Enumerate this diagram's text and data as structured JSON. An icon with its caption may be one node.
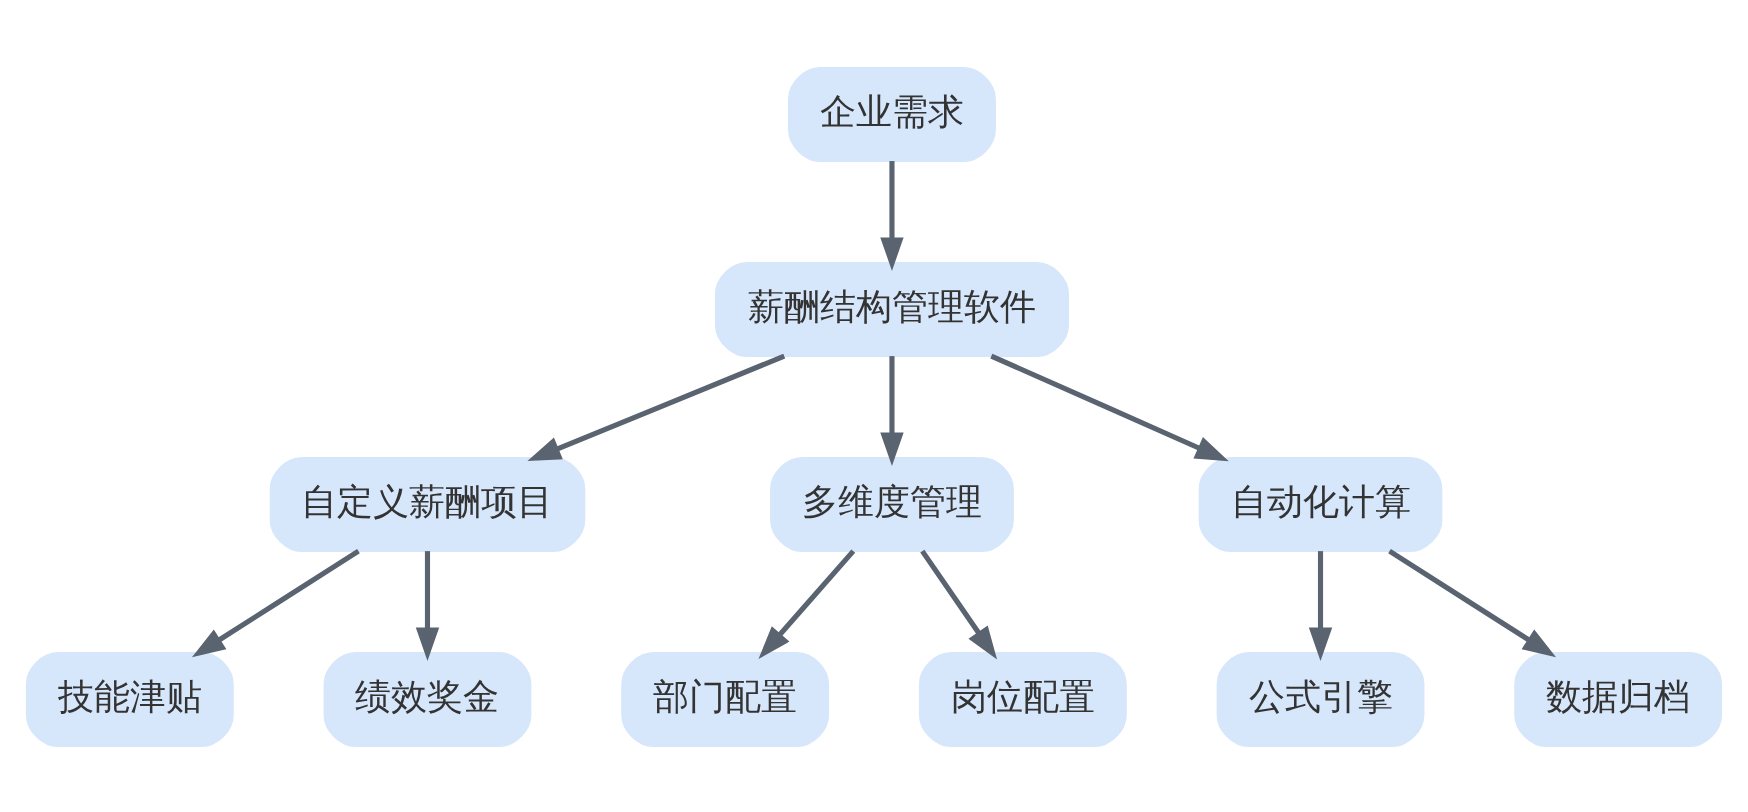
{
  "diagram": {
    "nodes": [
      {
        "text": [
          "企业需求"
        ]
      },
      {
        "text": [
          "薪酬结构管理软件"
        ]
      },
      {
        "text": [
          "自定义薪酬项目"
        ]
      },
      {
        "text": [
          "多维度管理"
        ]
      },
      {
        "text": [
          "自动化计算"
        ]
      },
      {
        "text": [
          "技能津贴"
        ]
      },
      {
        "text": [
          "绩效奖金"
        ]
      },
      {
        "text": [
          "部门配置"
        ]
      },
      {
        "text": [
          "岗位配置"
        ]
      },
      {
        "text": [
          "公式引擎"
        ]
      },
      {
        "text": [
          "数据归档"
        ]
      }
    ],
    "edges": [
      {
        "from": 0,
        "to": 1,
        "arrow": "to"
      },
      {
        "from": 1,
        "to": 2,
        "arrow": "to"
      },
      {
        "from": 1,
        "to": 3,
        "arrow": "to"
      },
      {
        "from": 1,
        "to": 4,
        "arrow": "to"
      },
      {
        "from": 2,
        "to": 5,
        "arrow": "to"
      },
      {
        "from": 2,
        "to": 6,
        "arrow": "to"
      },
      {
        "from": 3,
        "to": 7,
        "arrow": "to"
      },
      {
        "from": 3,
        "to": 8,
        "arrow": "to"
      },
      {
        "from": 4,
        "to": 9,
        "arrow": "to"
      },
      {
        "from": 4,
        "to": 10,
        "arrow": "to"
      }
    ]
  }
}
